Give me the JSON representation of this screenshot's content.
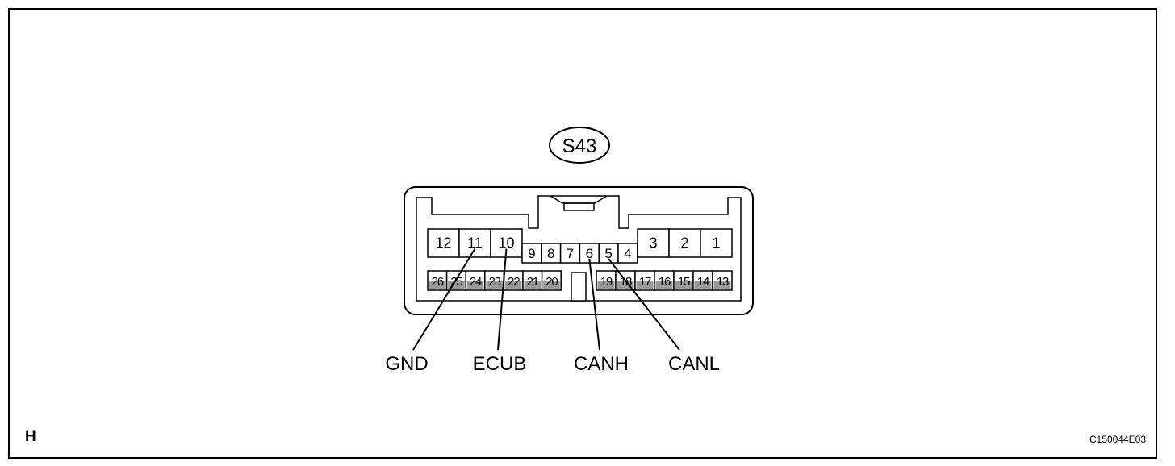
{
  "connector": {
    "code": "S43",
    "pins_top_left": [
      "12",
      "11",
      "10"
    ],
    "pins_top_mid": [
      "9",
      "8",
      "7",
      "6",
      "5",
      "4"
    ],
    "pins_top_right": [
      "3",
      "2",
      "1"
    ],
    "pins_bottom_left": [
      "26",
      "25",
      "24",
      "23",
      "22",
      "21",
      "20"
    ],
    "pins_bottom_right": [
      "19",
      "18",
      "17",
      "16",
      "15",
      "14",
      "13"
    ]
  },
  "signals": [
    {
      "label": "GND",
      "pin": "11"
    },
    {
      "label": "ECUB",
      "pin": "10"
    },
    {
      "label": "CANH",
      "pin": "6"
    },
    {
      "label": "CANL",
      "pin": "5"
    }
  ],
  "corner_letter": "H",
  "figure_id": "C150044E03"
}
